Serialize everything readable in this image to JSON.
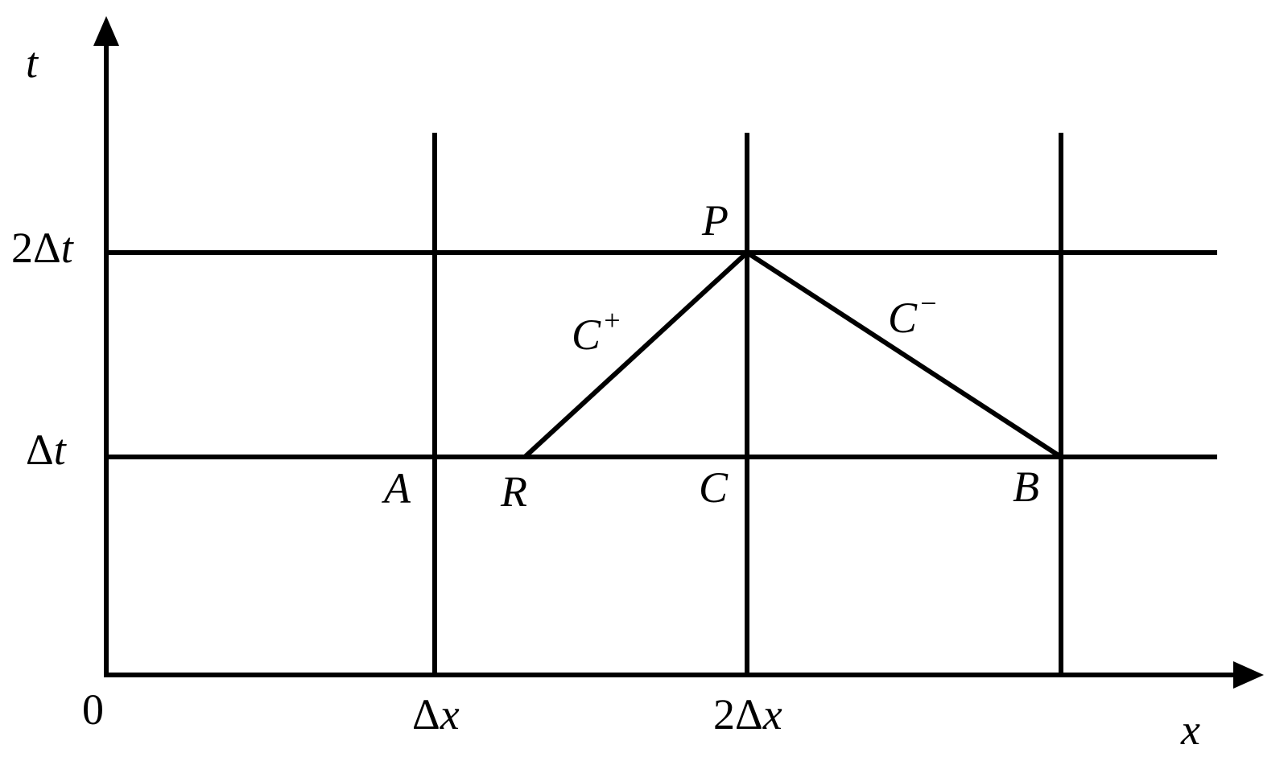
{
  "axes": {
    "x_label": "x",
    "t_label": "t",
    "origin_label": "0"
  },
  "ticks": {
    "x1": {
      "coef": "",
      "delta": "Δ",
      "var": "x"
    },
    "x2": {
      "coef": "2",
      "delta": "Δ",
      "var": "x"
    },
    "t1": {
      "coef": "",
      "delta": "Δ",
      "var": "t"
    },
    "t2": {
      "coef": "2",
      "delta": "Δ",
      "var": "t"
    }
  },
  "points": {
    "A": "A",
    "R": "R",
    "C": "C",
    "B": "B",
    "P": "P"
  },
  "characteristics": {
    "c_plus": {
      "base": "C",
      "sign": "+"
    },
    "c_minus": {
      "base": "C",
      "sign": "−"
    }
  }
}
